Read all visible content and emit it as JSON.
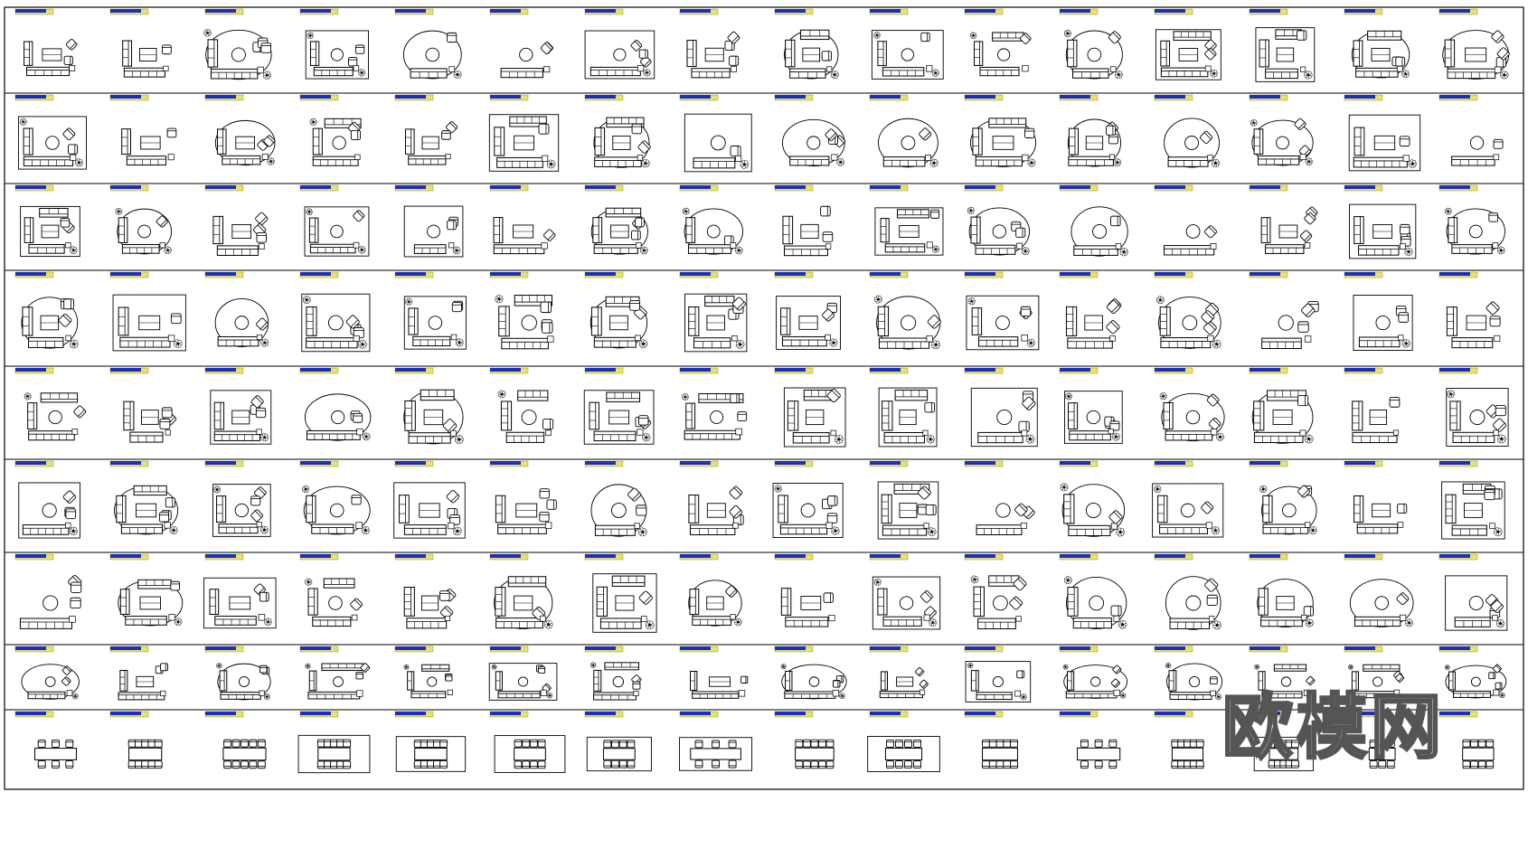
{
  "sheet": {
    "title": "",
    "watermark": "欧模网",
    "colors": {
      "line": "#000000",
      "badge_blue": "#1d2fb8",
      "badge_yellow": "#e8e36a",
      "background": "#ffffff"
    },
    "rows": [
      {
        "row": 1,
        "cells": [
          "sofa-set",
          "sofa-set",
          "sofa-set",
          "sofa-set",
          "sofa-set",
          "sofa-set",
          "sofa-set",
          "sofa-set",
          "sofa-set",
          "sofa-set",
          "sofa-set",
          "sofa-set",
          "sofa-set",
          "sofa-set",
          "sofa-set",
          "sofa-set"
        ]
      },
      {
        "row": 2,
        "cells": [
          "sofa-set",
          "sofa-set",
          "sofa-set",
          "sofa-set",
          "sofa-set",
          "sofa-set",
          "sofa-set",
          "sofa-set",
          "sofa-set",
          "sofa-set",
          "sofa-set",
          "sofa-set",
          "sofa-set",
          "sofa-set",
          "sofa-set",
          "sofa-set"
        ]
      },
      {
        "row": 3,
        "cells": [
          "sofa-set",
          "sofa-set",
          "sofa-set",
          "sofa-set",
          "sofa-set",
          "sofa-set",
          "sofa-set",
          "sofa-set",
          "sofa-set",
          "sofa-set",
          "sofa-set",
          "sofa-set",
          "sofa-set",
          "sofa-set",
          "sofa-set",
          "sofa-set"
        ]
      },
      {
        "row": 4,
        "cells": [
          "sofa-set",
          "sofa-set",
          "sofa-set",
          "sofa-set",
          "sofa-set",
          "sofa-set",
          "sofa-set",
          "sofa-set",
          "sofa-set",
          "sofa-set",
          "sofa-set",
          "sofa-set",
          "sofa-set",
          "sofa-set",
          "sofa-set",
          "sofa-set"
        ]
      },
      {
        "row": 5,
        "cells": [
          "sofa-set",
          "sofa-set",
          "sofa-set",
          "sofa-set",
          "sofa-set",
          "sofa-set",
          "sofa-set",
          "sofa-set",
          "sofa-set",
          "sofa-set",
          "sofa-set",
          "sofa-set",
          "sofa-set",
          "sofa-set",
          "sofa-set",
          "sofa-set"
        ]
      },
      {
        "row": 6,
        "cells": [
          "sofa-set",
          "sofa-set",
          "sofa-set",
          "sofa-set",
          "sofa-set",
          "sofa-set",
          "sofa-set",
          "sofa-set",
          "sofa-set",
          "sofa-set",
          "sofa-set",
          "sofa-set",
          "sofa-set",
          "sofa-set",
          "sofa-set",
          "sofa-set"
        ]
      },
      {
        "row": 7,
        "cells": [
          "sofa-set",
          "sofa-set",
          "sofa-set",
          "sofa-set",
          "sofa-set",
          "sofa-set",
          "sofa-set",
          "sofa-set",
          "sofa-set",
          "sofa-set",
          "sofa-set",
          "sofa-set",
          "sofa-set",
          "sofa-set",
          "sofa-set",
          "sofa-set"
        ]
      },
      {
        "row": 8,
        "cells": [
          "sofa-set",
          "sofa-set",
          "sofa-set",
          "sofa-set",
          "sofa-set",
          "sofa-set",
          "sofa-set",
          "sofa-set",
          "sofa-set",
          "sofa-set",
          "sofa-set",
          "sofa-set",
          "sofa-set",
          "sofa-set",
          "sofa-set",
          "sofa-set"
        ]
      },
      {
        "row": 9,
        "cells": [
          "dining-set",
          "dining-set",
          "dining-set",
          "dining-set",
          "dining-set",
          "dining-set",
          "dining-set",
          "dining-set",
          "dining-set",
          "dining-set",
          "dining-set",
          "dining-set",
          "dining-set",
          "dining-set",
          "dining-set",
          "dining-set"
        ]
      }
    ]
  }
}
